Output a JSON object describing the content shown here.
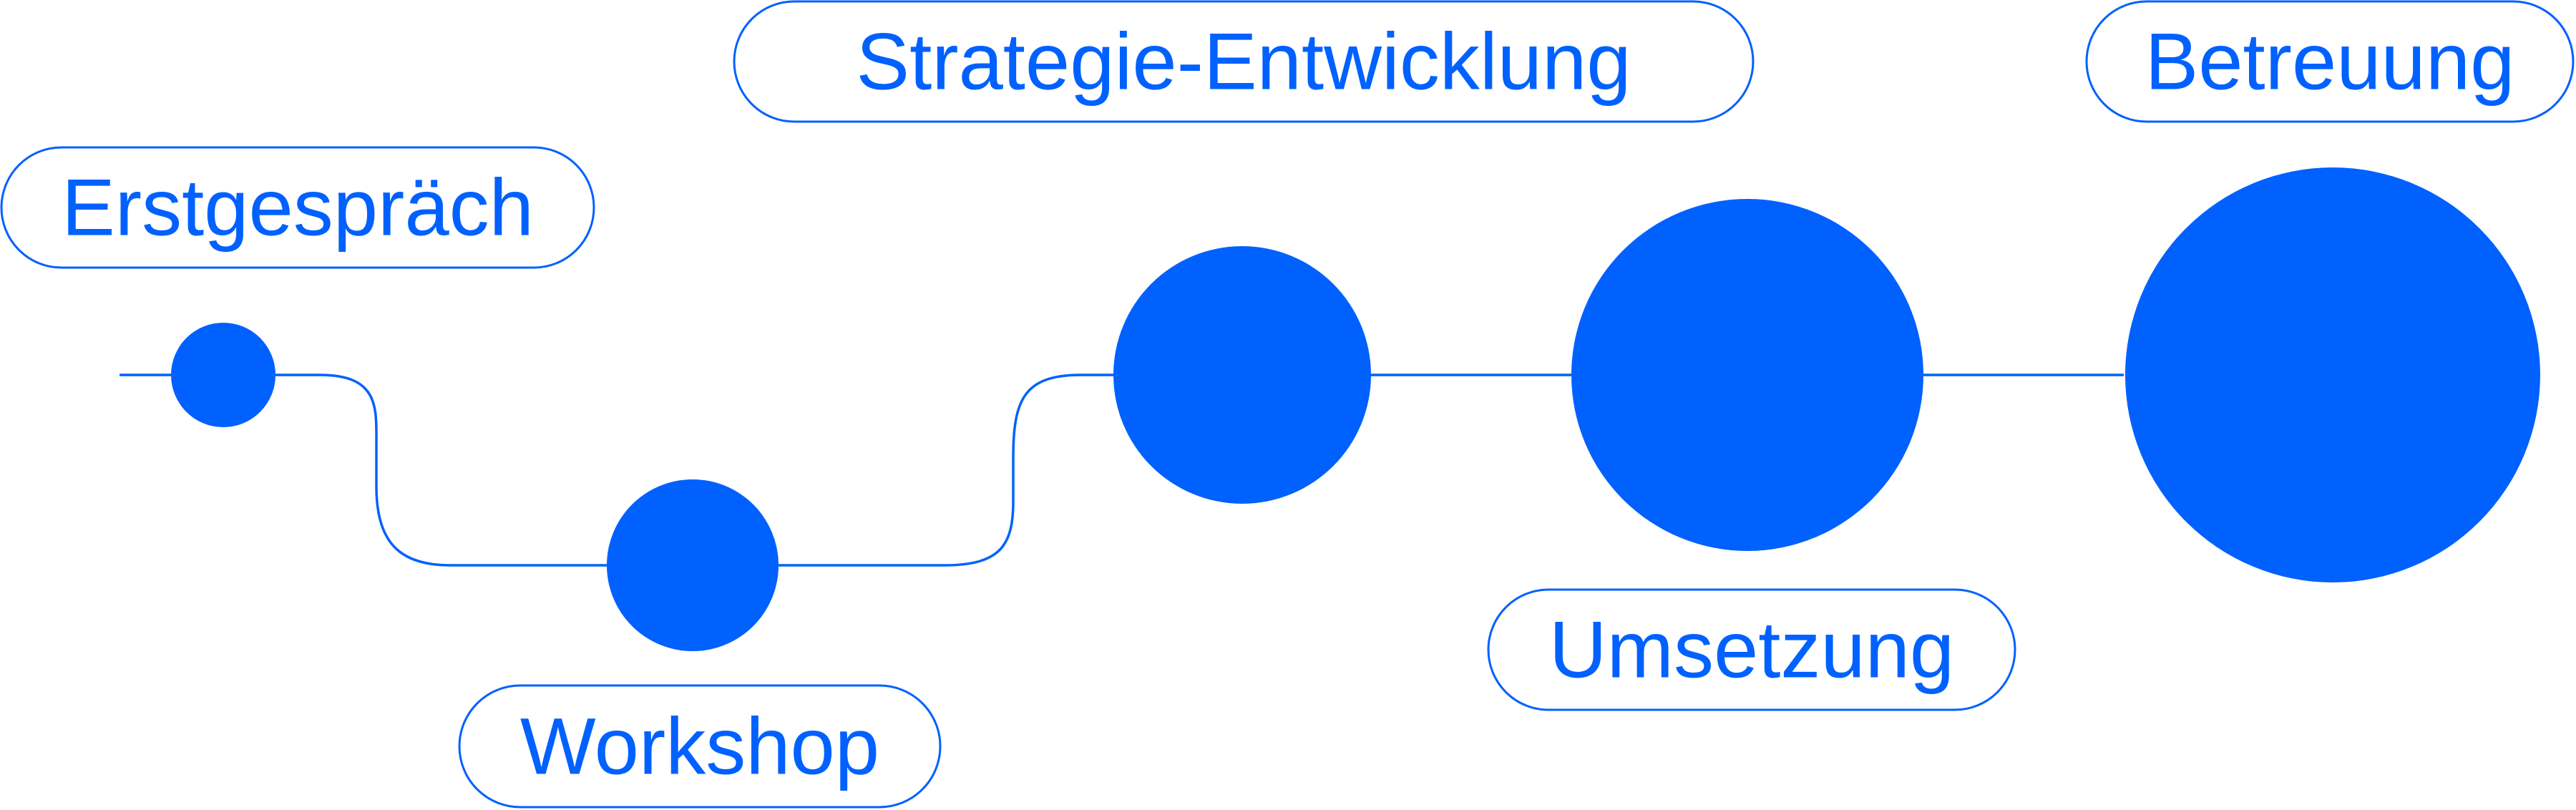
{
  "colors": {
    "accent": "#0061fe",
    "background": "#ffffff"
  },
  "steps": [
    {
      "label": "Erstgespräch",
      "size": 1
    },
    {
      "label": "Workshop",
      "size": 2
    },
    {
      "label": "Strategie-Entwicklung",
      "size": 3
    },
    {
      "label": "Umsetzung",
      "size": 4
    },
    {
      "label": "Betreuung",
      "size": 5
    }
  ]
}
